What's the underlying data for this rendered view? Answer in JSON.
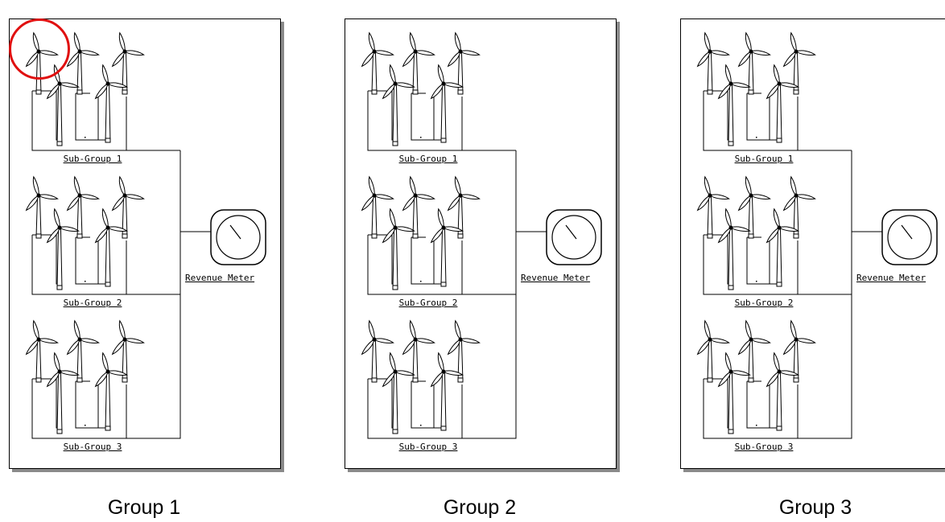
{
  "groups": [
    {
      "name": "Group 1",
      "subgroups": [
        "Sub-Group 1",
        "Sub-Group 2",
        "Sub-Group 3"
      ],
      "meter_label": "Revenue Meter"
    },
    {
      "name": "Group 2",
      "subgroups": [
        "Sub-Group 1",
        "Sub-Group 2",
        "Sub-Group 3"
      ],
      "meter_label": "Revenue Meter"
    },
    {
      "name": "Group 3",
      "subgroups": [
        "Sub-Group 1",
        "Sub-Group 2",
        "Sub-Group 3"
      ],
      "meter_label": "Revenue Meter"
    }
  ],
  "highlight": {
    "group": 1,
    "subgroup": 1,
    "turbine": 1,
    "color": "#e01010"
  },
  "icons": {
    "turbine": "wind-turbine-icon",
    "meter": "revenue-meter-icon"
  }
}
